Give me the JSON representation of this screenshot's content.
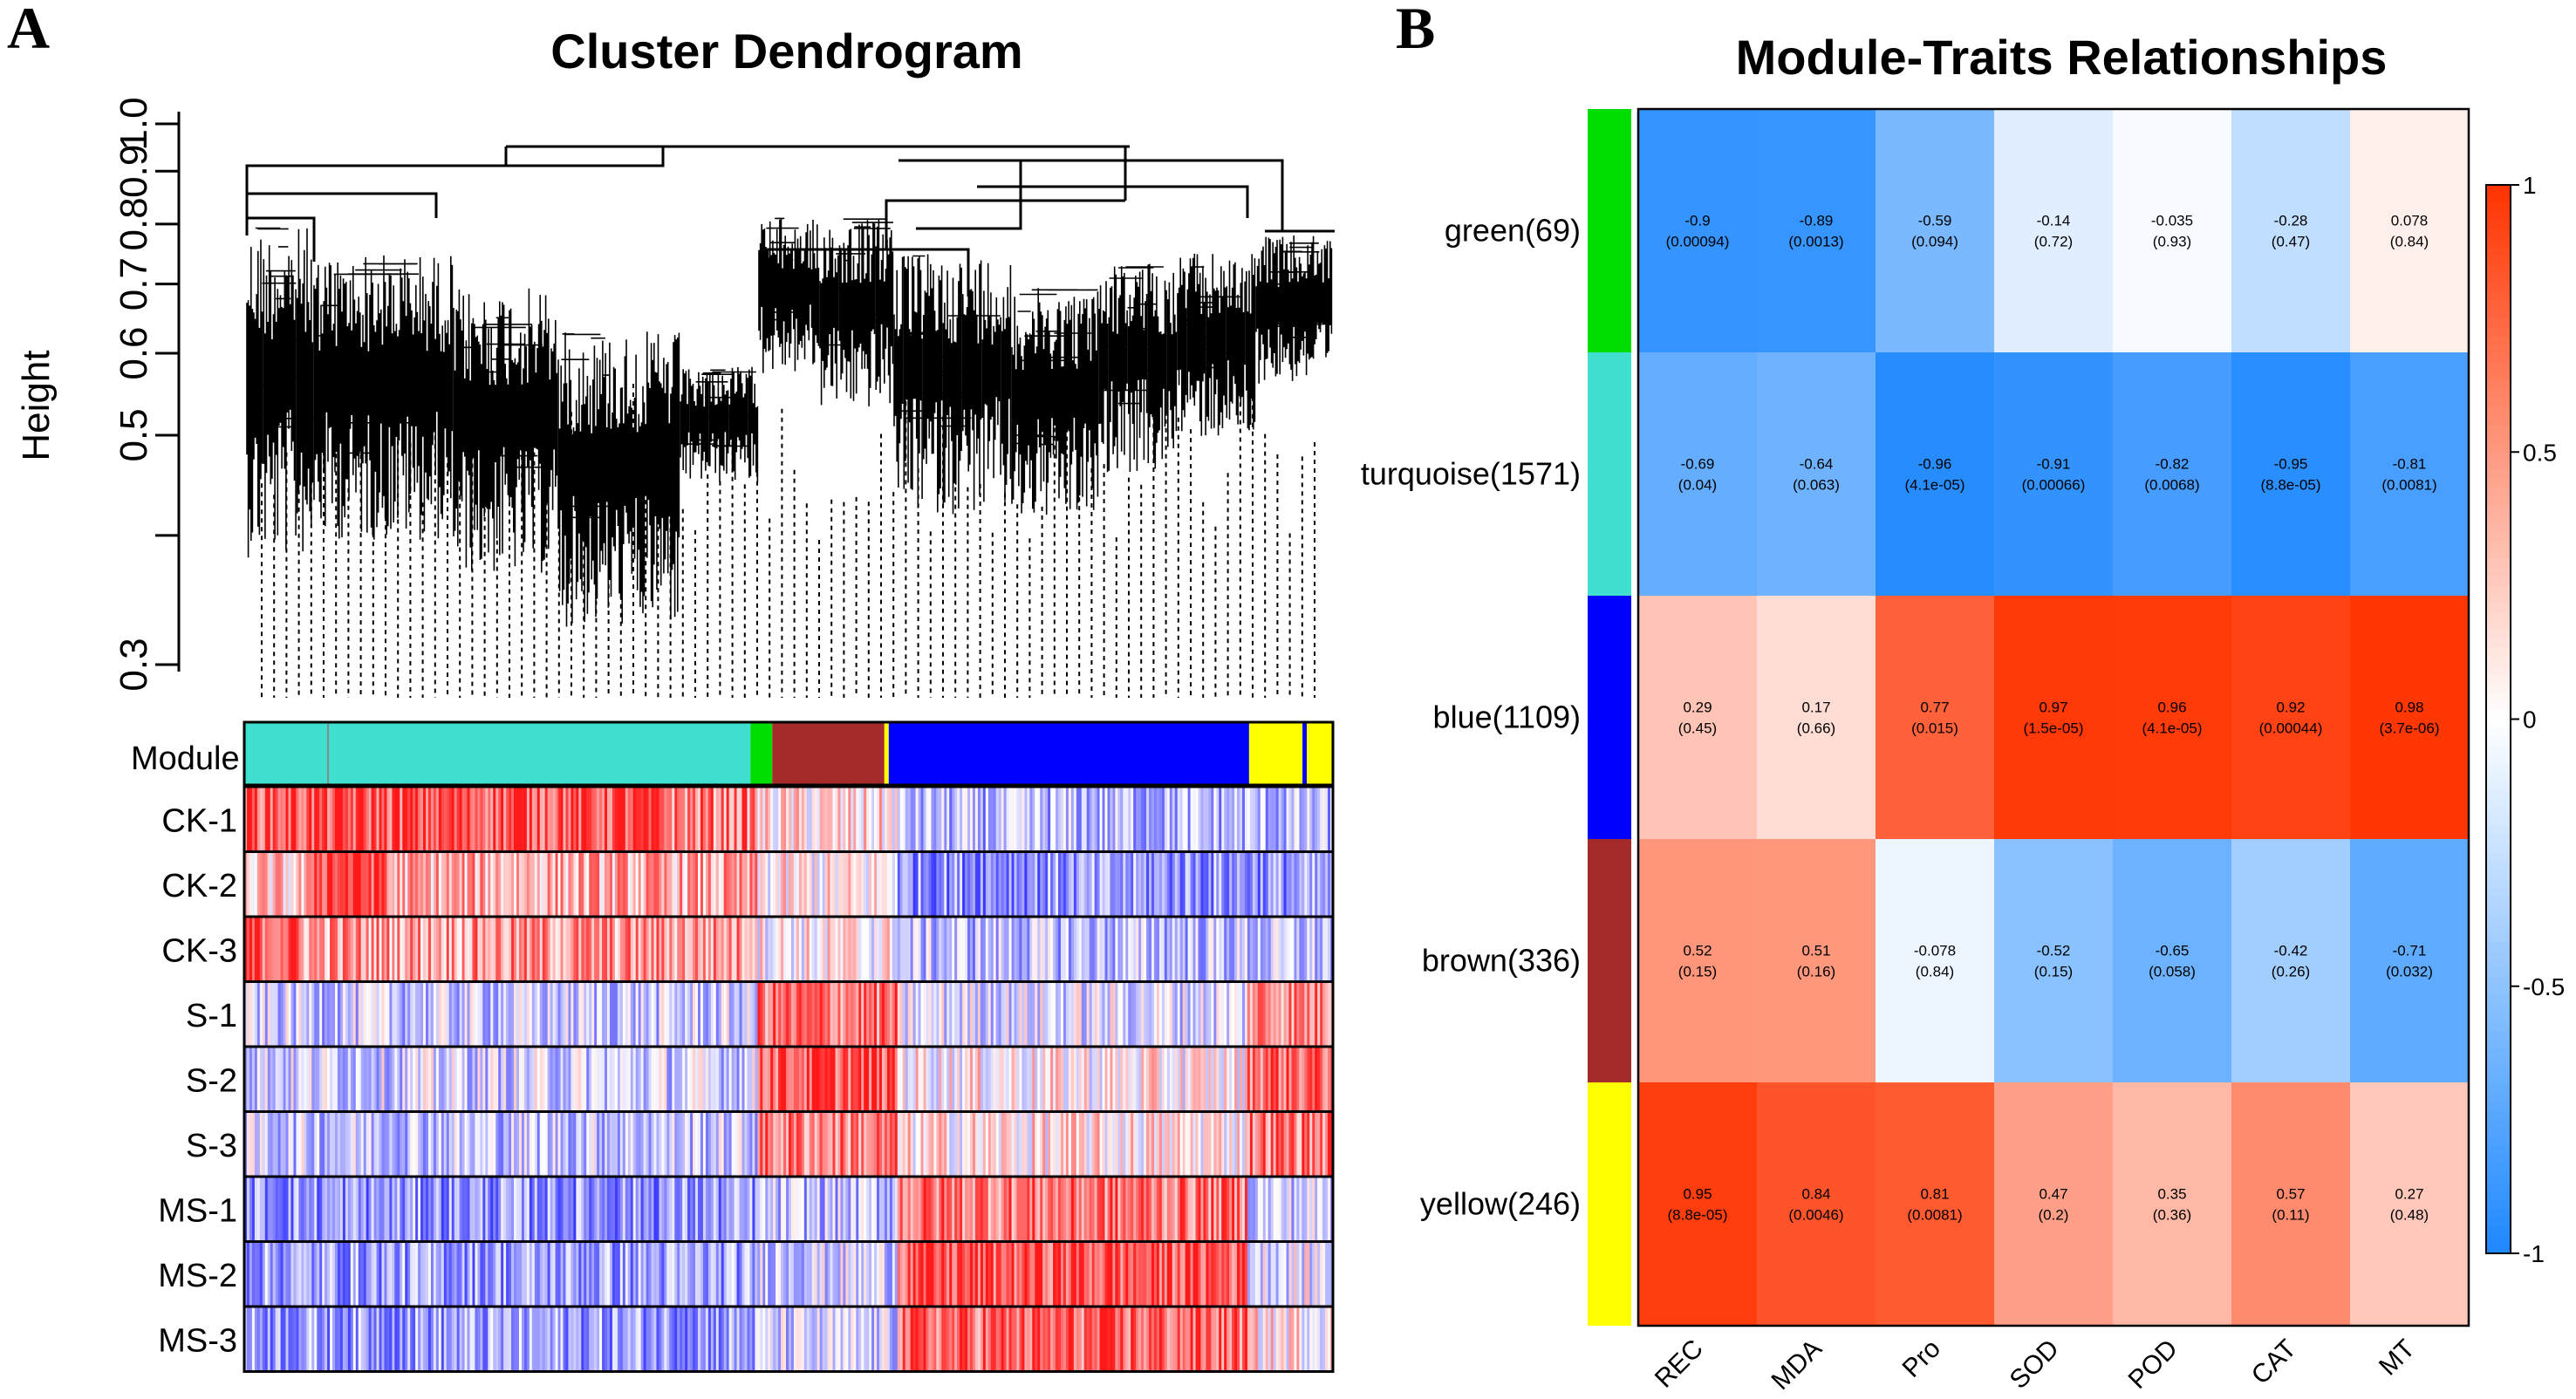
{
  "panel_a": {
    "letter": "A",
    "title": "Cluster Dendrogram",
    "ylabel": "Height",
    "yticks": [
      "0.3",
      "0.5",
      "0.6",
      "0.7",
      "0.8",
      "0.9",
      "1.0"
    ],
    "module_label": "Module",
    "samples": [
      "CK-1",
      "CK-2",
      "CK-3",
      "S-1",
      "S-2",
      "S-3",
      "MS-1",
      "MS-2",
      "MS-3"
    ]
  },
  "panel_b": {
    "letter": "B",
    "title": "Module-Traits Relationships"
  },
  "colors": {
    "turquoise": "#40E0D0",
    "green": "#00DD00",
    "brown": "#A52A2A",
    "blue": "#0000FF",
    "yellow": "#FFFF00",
    "neg": "#1E88FF",
    "pos": "#FF3300"
  },
  "chart_data": [
    {
      "type": "heatmap",
      "title": "Cluster Dendrogram",
      "ylabel": "Height",
      "ylim": [
        0.3,
        1.0
      ],
      "log_scale": true,
      "module_order": [
        "turquoise",
        "green",
        "brown",
        "yellow",
        "blue",
        "yellow"
      ],
      "samples": [
        "CK-1",
        "CK-2",
        "CK-3",
        "S-1",
        "S-2",
        "S-3",
        "MS-1",
        "MS-2",
        "MS-3"
      ]
    },
    {
      "type": "heatmap",
      "title": "Module-Traits Relationships",
      "rows": [
        "green(69)",
        "turquoise(1571)",
        "blue(1109)",
        "brown(336)",
        "yellow(246)"
      ],
      "columns": [
        "REC",
        "MDA",
        "Pro",
        "SOD",
        "POD",
        "CAT",
        "MT"
      ],
      "values": [
        [
          -0.9,
          -0.89,
          -0.59,
          -0.14,
          -0.035,
          -0.28,
          0.078
        ],
        [
          -0.69,
          -0.64,
          -0.96,
          -0.91,
          -0.82,
          -0.95,
          -0.81
        ],
        [
          0.29,
          0.17,
          0.77,
          0.97,
          0.96,
          0.92,
          0.98
        ],
        [
          0.52,
          0.51,
          -0.078,
          -0.52,
          -0.65,
          -0.42,
          -0.71
        ],
        [
          0.95,
          0.84,
          0.81,
          0.47,
          0.35,
          0.57,
          0.27
        ]
      ],
      "pvalues": [
        [
          "(0.00094)",
          "(0.0013)",
          "(0.094)",
          "(0.72)",
          "(0.93)",
          "(0.47)",
          "(0.84)"
        ],
        [
          "(0.04)",
          "(0.063)",
          "(4.1e-05)",
          "(0.00066)",
          "(0.0068)",
          "(8.8e-05)",
          "(0.0081)"
        ],
        [
          "(0.45)",
          "(0.66)",
          "(0.015)",
          "(1.5e-05)",
          "(4.1e-05)",
          "(0.00044)",
          "(3.7e-06)"
        ],
        [
          "(0.15)",
          "(0.16)",
          "(0.84)",
          "(0.15)",
          "(0.058)",
          "(0.26)",
          "(0.032)"
        ],
        [
          "(8.8e-05)",
          "(0.0046)",
          "(0.0081)",
          "(0.2)",
          "(0.36)",
          "(0.11)",
          "(0.48)"
        ]
      ],
      "value_labels": [
        [
          "-0.9",
          "-0.89",
          "-0.59",
          "-0.14",
          "-0.035",
          "-0.28",
          "0.078"
        ],
        [
          "-0.69",
          "-0.64",
          "-0.96",
          "-0.91",
          "-0.82",
          "-0.95",
          "-0.81"
        ],
        [
          "0.29",
          "0.17",
          "0.77",
          "0.97",
          "0.96",
          "0.92",
          "0.98"
        ],
        [
          "0.52",
          "0.51",
          "-0.078",
          "-0.52",
          "-0.65",
          "-0.42",
          "-0.71"
        ],
        [
          "0.95",
          "0.84",
          "0.81",
          "0.47",
          "0.35",
          "0.57",
          "0.27"
        ]
      ],
      "row_colors": [
        "green",
        "turquoise",
        "blue",
        "brown",
        "yellow"
      ],
      "legend_ticks": [
        "1",
        "0.5",
        "0",
        "-0.5",
        "-1"
      ],
      "colorscale_range": [
        -1,
        1
      ]
    }
  ]
}
